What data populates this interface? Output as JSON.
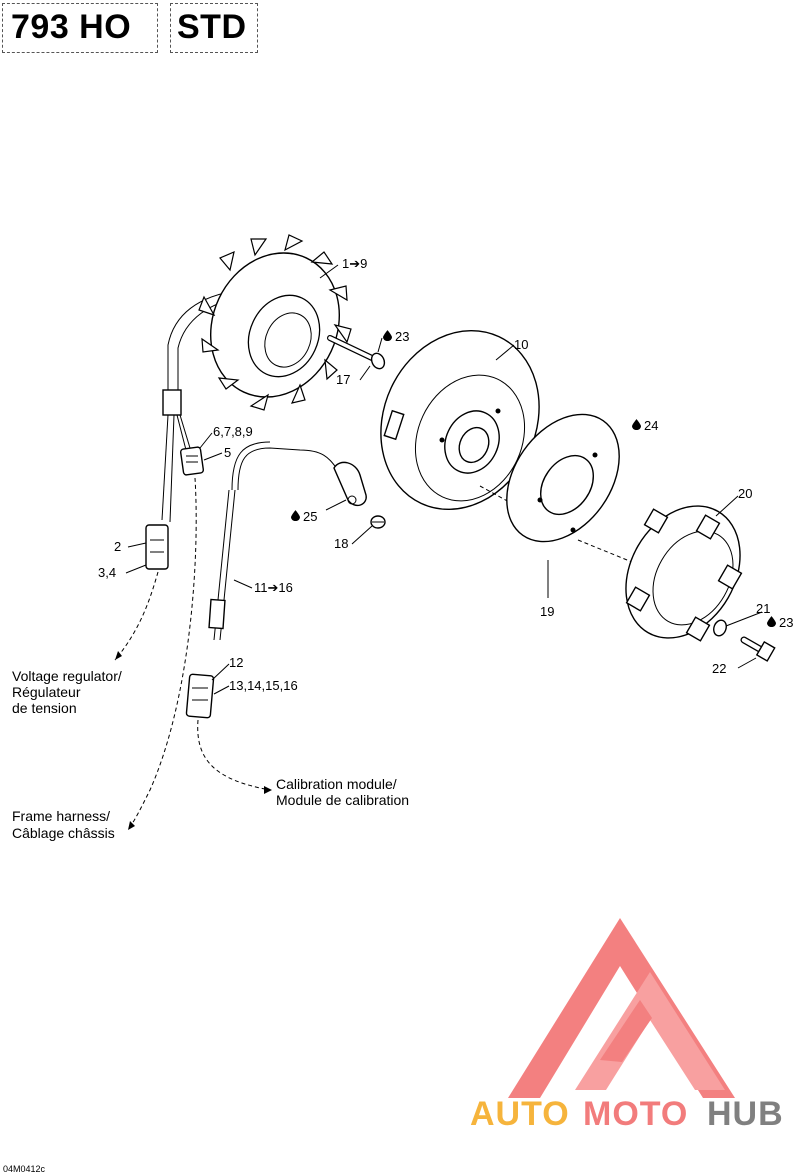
{
  "header": {
    "model": "793 HO",
    "variant": "STD"
  },
  "callouts": {
    "c1": "1➔9",
    "c23a": "23",
    "c17": "17",
    "c10": "10",
    "c24": "24",
    "c6789": "6,7,8,9",
    "c5": "5",
    "c25": "25",
    "c18": "18",
    "c20": "20",
    "c2": "2",
    "c34": "3,4",
    "c1116": "11➔16",
    "c19": "19",
    "c21": "21",
    "c23b": "23",
    "c22": "22",
    "c12": "12",
    "c13": "13,14,15,16"
  },
  "notes": {
    "voltage_1": "Voltage regulator/",
    "voltage_2": "Régulateur",
    "voltage_3": "de tension",
    "calib_1": "Calibration module/",
    "calib_2": "Module de calibration",
    "frame_1": "Frame harness/",
    "frame_2": "Câblage châssis"
  },
  "drawing_code": "04M0412c",
  "watermark": {
    "part1": "AUTO",
    "part2": "MOTO",
    "part3": "HUB",
    "colors": {
      "logo": "#f26a6a",
      "auto": "#f6b43c",
      "moto": "#f27c7c",
      "hub": "#808080"
    }
  },
  "icons": {
    "drop": "drop-icon",
    "arrow": "arrow-right-icon"
  }
}
